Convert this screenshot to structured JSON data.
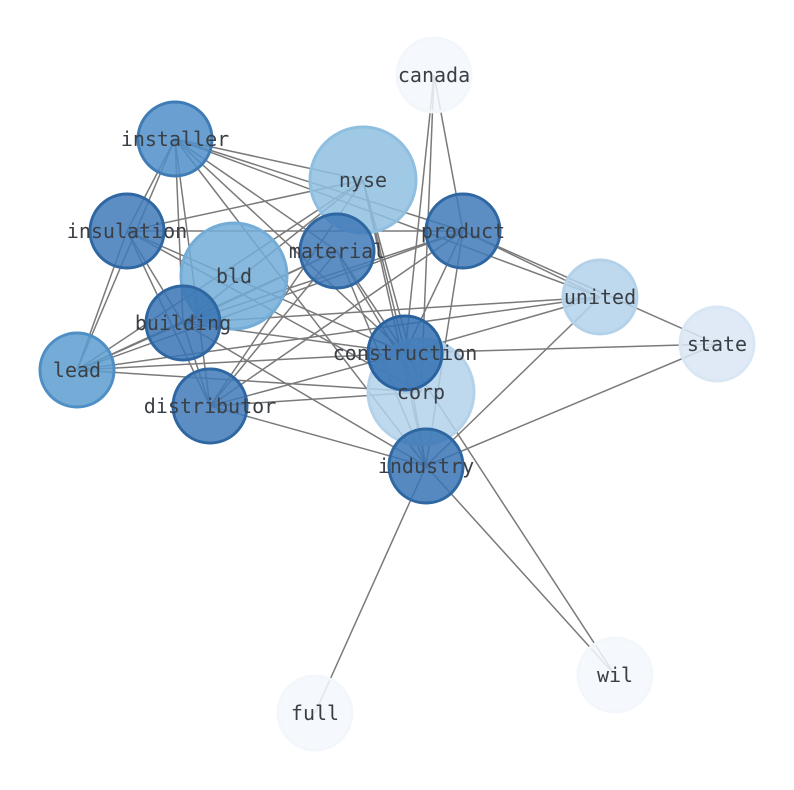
{
  "graph": {
    "nodes": [
      {
        "id": "canada",
        "label": "canada",
        "fill": "#f3f7fc",
        "stroke": "#f3f7fc",
        "level": 0.05
      },
      {
        "id": "nyse",
        "label": "nyse",
        "fill": "#8fbfe0",
        "stroke": "#8fbfe0",
        "level": 0.45
      },
      {
        "id": "installer",
        "label": "installer",
        "fill": "#4f8fc9",
        "stroke": "#3f7cb5",
        "level": 0.75
      },
      {
        "id": "insulation",
        "label": "insulation",
        "fill": "#3f79b8",
        "stroke": "#2f67a2",
        "level": 0.85
      },
      {
        "id": "product",
        "label": "product",
        "fill": "#3f79b8",
        "stroke": "#2f67a2",
        "level": 0.85
      },
      {
        "id": "material",
        "label": "material",
        "fill": "#3f79b8",
        "stroke": "#2f67a2",
        "level": 0.85
      },
      {
        "id": "bld",
        "label": "bld",
        "fill": "#72acd7",
        "stroke": "#72acd7",
        "level": 0.6
      },
      {
        "id": "united",
        "label": "united",
        "fill": "#b3d2ea",
        "stroke": "#b3d2ea",
        "level": 0.3
      },
      {
        "id": "building",
        "label": "building",
        "fill": "#3874b4",
        "stroke": "#2f67a2",
        "level": 0.9
      },
      {
        "id": "state",
        "label": "state",
        "fill": "#d9e6f4",
        "stroke": "#d9e6f4",
        "level": 0.15
      },
      {
        "id": "lead",
        "label": "lead",
        "fill": "#5c9dd0",
        "stroke": "#4f8fc5",
        "level": 0.7
      },
      {
        "id": "corp",
        "label": "corp",
        "fill": "#b3d2ea",
        "stroke": "#b3d2ea",
        "level": 0.3
      },
      {
        "id": "construction",
        "label": "construction",
        "fill": "#3270b2",
        "stroke": "#2a62a0",
        "level": 0.95
      },
      {
        "id": "distributor",
        "label": "distributor",
        "fill": "#3f79b8",
        "stroke": "#2f67a2",
        "level": 0.85
      },
      {
        "id": "industry",
        "label": "industry",
        "fill": "#3874b4",
        "stroke": "#2f67a2",
        "level": 0.9
      },
      {
        "id": "wil",
        "label": "wil",
        "fill": "#f3f7fc",
        "stroke": "#f3f7fc",
        "level": 0.05
      },
      {
        "id": "full",
        "label": "full",
        "fill": "#f3f7fc",
        "stroke": "#f3f7fc",
        "level": 0.05
      }
    ],
    "edges": [
      [
        "canada",
        "product"
      ],
      [
        "canada",
        "construction"
      ],
      [
        "canada",
        "corp"
      ],
      [
        "installer",
        "nyse"
      ],
      [
        "installer",
        "product"
      ],
      [
        "installer",
        "insulation"
      ],
      [
        "installer",
        "building"
      ],
      [
        "installer",
        "lead"
      ],
      [
        "installer",
        "distributor"
      ],
      [
        "installer",
        "construction"
      ],
      [
        "installer",
        "industry"
      ],
      [
        "installer",
        "united"
      ],
      [
        "installer",
        "material"
      ],
      [
        "insulation",
        "nyse"
      ],
      [
        "insulation",
        "product"
      ],
      [
        "insulation",
        "building"
      ],
      [
        "insulation",
        "lead"
      ],
      [
        "insulation",
        "distributor"
      ],
      [
        "insulation",
        "construction"
      ],
      [
        "insulation",
        "corp"
      ],
      [
        "nyse",
        "building"
      ],
      [
        "nyse",
        "lead"
      ],
      [
        "nyse",
        "distributor"
      ],
      [
        "nyse",
        "construction"
      ],
      [
        "nyse",
        "corp"
      ],
      [
        "nyse",
        "industry"
      ],
      [
        "product",
        "building"
      ],
      [
        "product",
        "lead"
      ],
      [
        "product",
        "distributor"
      ],
      [
        "product",
        "construction"
      ],
      [
        "product",
        "industry"
      ],
      [
        "product",
        "state"
      ],
      [
        "product",
        "united"
      ],
      [
        "material",
        "building"
      ],
      [
        "material",
        "distributor"
      ],
      [
        "material",
        "construction"
      ],
      [
        "material",
        "industry"
      ],
      [
        "material",
        "lead"
      ],
      [
        "material",
        "corp"
      ],
      [
        "united",
        "building"
      ],
      [
        "united",
        "construction"
      ],
      [
        "united",
        "industry"
      ],
      [
        "united",
        "lead"
      ],
      [
        "state",
        "construction"
      ],
      [
        "state",
        "industry"
      ],
      [
        "building",
        "construction"
      ],
      [
        "building",
        "distributor"
      ],
      [
        "building",
        "industry"
      ],
      [
        "building",
        "lead"
      ],
      [
        "lead",
        "corp"
      ],
      [
        "lead",
        "construction"
      ],
      [
        "distributor",
        "construction"
      ],
      [
        "distributor",
        "corp"
      ],
      [
        "distributor",
        "industry"
      ],
      [
        "construction",
        "industry"
      ],
      [
        "construction",
        "wil"
      ],
      [
        "industry",
        "wil"
      ],
      [
        "industry",
        "full"
      ]
    ]
  }
}
